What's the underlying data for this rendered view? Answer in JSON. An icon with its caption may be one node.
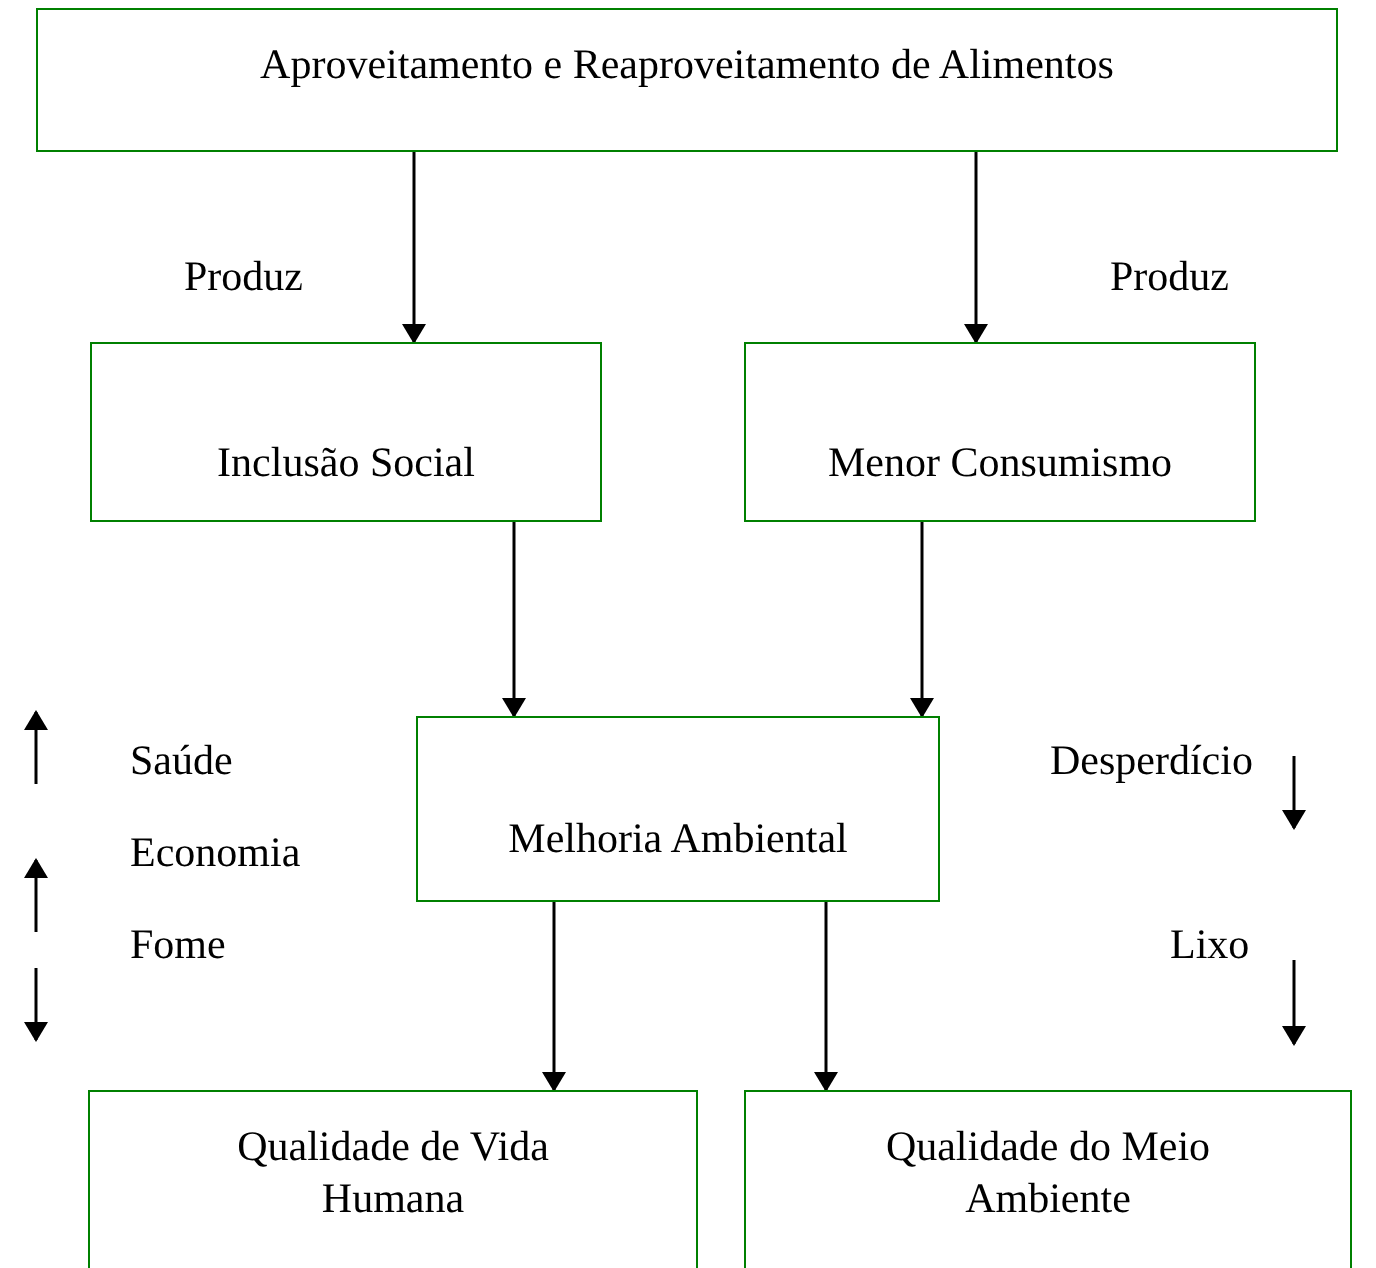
{
  "diagram": {
    "nodes": [
      {
        "text": [
          "Aproveitamento e Reaproveitamento de Alimentos"
        ]
      },
      {
        "text": [
          "Inclusão Social"
        ]
      },
      {
        "text": [
          "Menor Consumismo"
        ]
      },
      {
        "text": [
          "Melhoria Ambiental"
        ]
      },
      {
        "text": [
          "Qualidade de Vida Humana"
        ]
      },
      {
        "text": [
          "Qualidade do Meio Ambiente"
        ]
      }
    ],
    "edges": [
      {
        "from": 0,
        "to": 1,
        "arrow": "to",
        "label": "Produz"
      },
      {
        "from": 0,
        "to": 2,
        "arrow": "to",
        "label": "Produz"
      },
      {
        "from": 1,
        "to": 3,
        "arrow": "to"
      },
      {
        "from": 2,
        "to": 3,
        "arrow": "to"
      },
      {
        "from": 3,
        "to": 4,
        "arrow": "to"
      },
      {
        "from": 3,
        "to": 5,
        "arrow": "to"
      }
    ],
    "labels": [
      "Saúde",
      "Economia",
      "Fome",
      "Desperdício",
      "Lixo"
    ]
  }
}
